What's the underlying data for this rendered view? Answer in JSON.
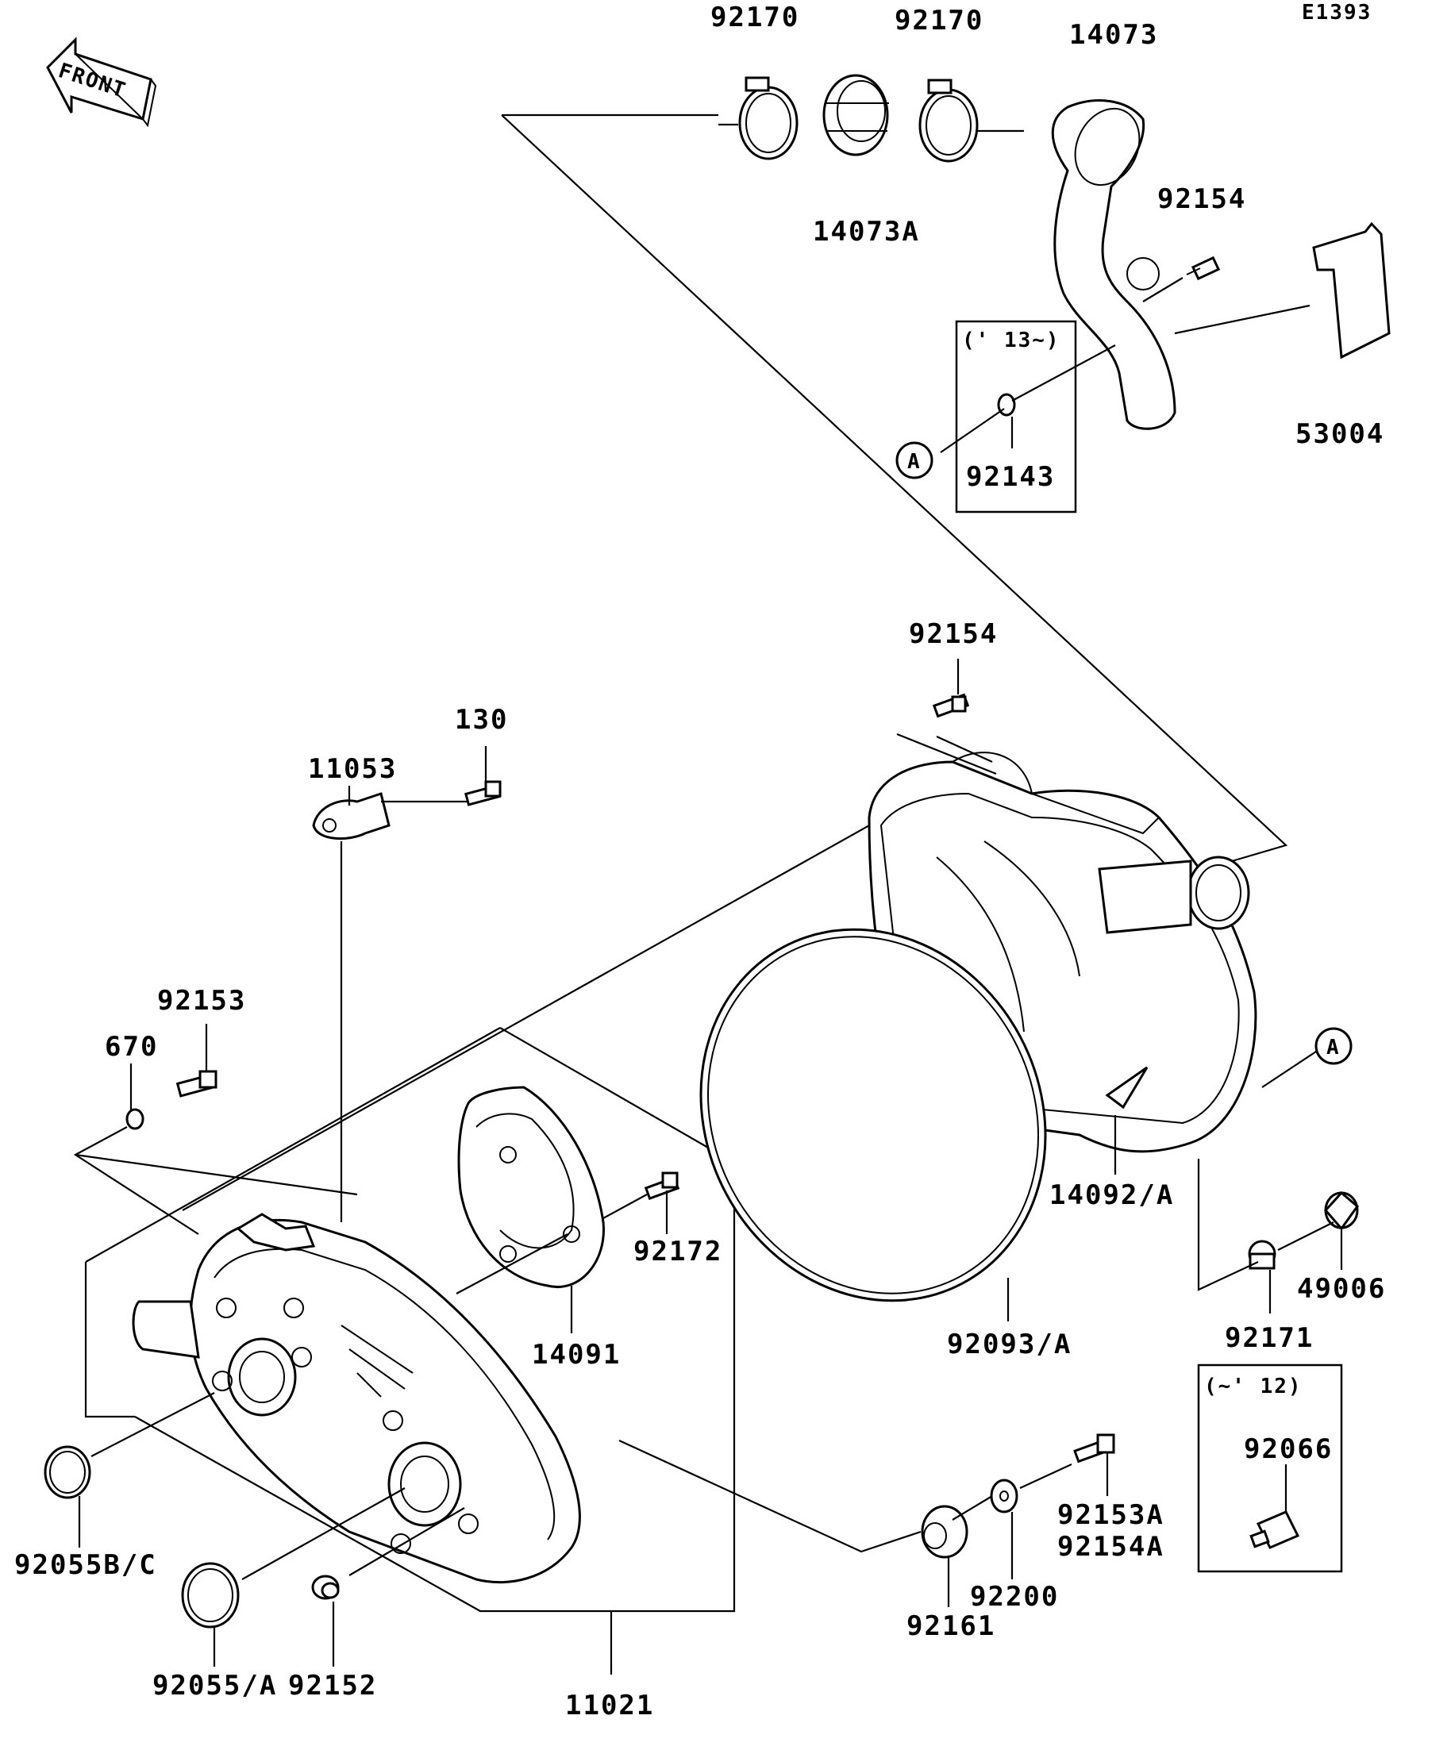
{
  "diagram_code": "E1393",
  "front_label": "FRONT",
  "ref_marker": "A",
  "variants": {
    "from_2013": "(' 13~)",
    "to_2012": "(~' 12)"
  },
  "parts": {
    "p92170_l": "92170",
    "p92170_r": "92170",
    "p14073": "14073",
    "p14073A": "14073A",
    "p92154_top": "92154",
    "p53004": "53004",
    "p92143": "92143",
    "p92154_mid": "92154",
    "p130": "130",
    "p11053": "11053",
    "p92153": "92153",
    "p670": "670",
    "p92172": "92172",
    "p14091": "14091",
    "p14092A": "14092/A",
    "p49006": "49006",
    "p92171": "92171",
    "p92093A": "92093/A",
    "p92066": "92066",
    "p92153A": "92153A",
    "p92154A": "92154A",
    "p92200": "92200",
    "p92161": "92161",
    "p92055BC": "92055B/C",
    "p92055A": "92055/A",
    "p92152": "92152",
    "p11021": "11021"
  }
}
